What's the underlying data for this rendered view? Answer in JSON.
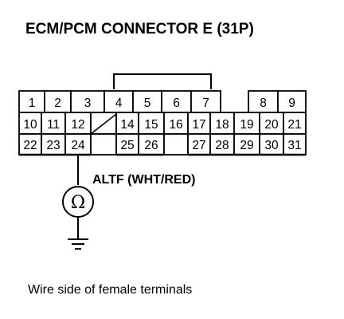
{
  "title": "ECM/PCM CONNECTOR E (31P)",
  "connector": {
    "rows": [
      [
        "1",
        "2",
        "3",
        "4",
        "5",
        "6",
        "7",
        "",
        "8",
        "9"
      ],
      [
        "10",
        "11",
        "12",
        "",
        "14",
        "15",
        "16",
        "17",
        "18",
        "19",
        "20",
        "21"
      ],
      [
        "22",
        "23",
        "24",
        "",
        "25",
        "26",
        "",
        "27",
        "28",
        "29",
        "30",
        "31"
      ]
    ]
  },
  "probe": {
    "pin": "24",
    "label": "ALTF (WHT/RED)",
    "meter_symbol": "Ω",
    "meter_icon": "ohmmeter-icon",
    "ground_icon": "ground-icon"
  },
  "caption": "Wire side of female terminals"
}
